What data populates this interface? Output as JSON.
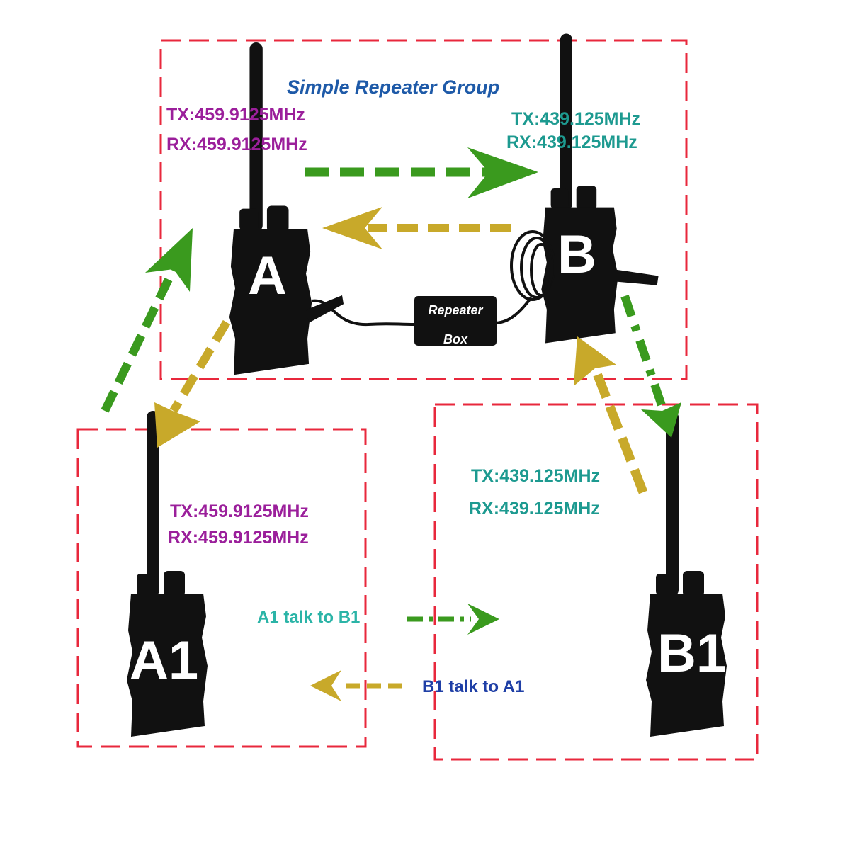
{
  "title": "Simple Repeater Group",
  "repeater_box": {
    "line1": "Repeater",
    "line2": "Box"
  },
  "radios": {
    "a": {
      "label": "A",
      "tx": "TX:459.9125MHz",
      "rx": "RX:459.9125MHz"
    },
    "b": {
      "label": "B",
      "tx": "TX:439.125MHz",
      "rx": "RX:439.125MHz"
    },
    "a1": {
      "label": "A1",
      "tx": "TX:459.9125MHz",
      "rx": "RX:459.9125MHz"
    },
    "b1": {
      "label": "B1",
      "tx": "TX:439.125MHz",
      "rx": "RX:439.125MHz"
    }
  },
  "talk": {
    "a1_to_b1": "A1 talk to B1",
    "b1_to_a1": "B1 talk to A1"
  },
  "colors": {
    "frame": "#e8283c",
    "radio": "#111111",
    "arrow_green": "#3a9a1e",
    "arrow_gold": "#c8a92a",
    "freq_a": "#9b1f9b",
    "freq_b": "#1d9a90",
    "title": "#1e5aa8"
  }
}
